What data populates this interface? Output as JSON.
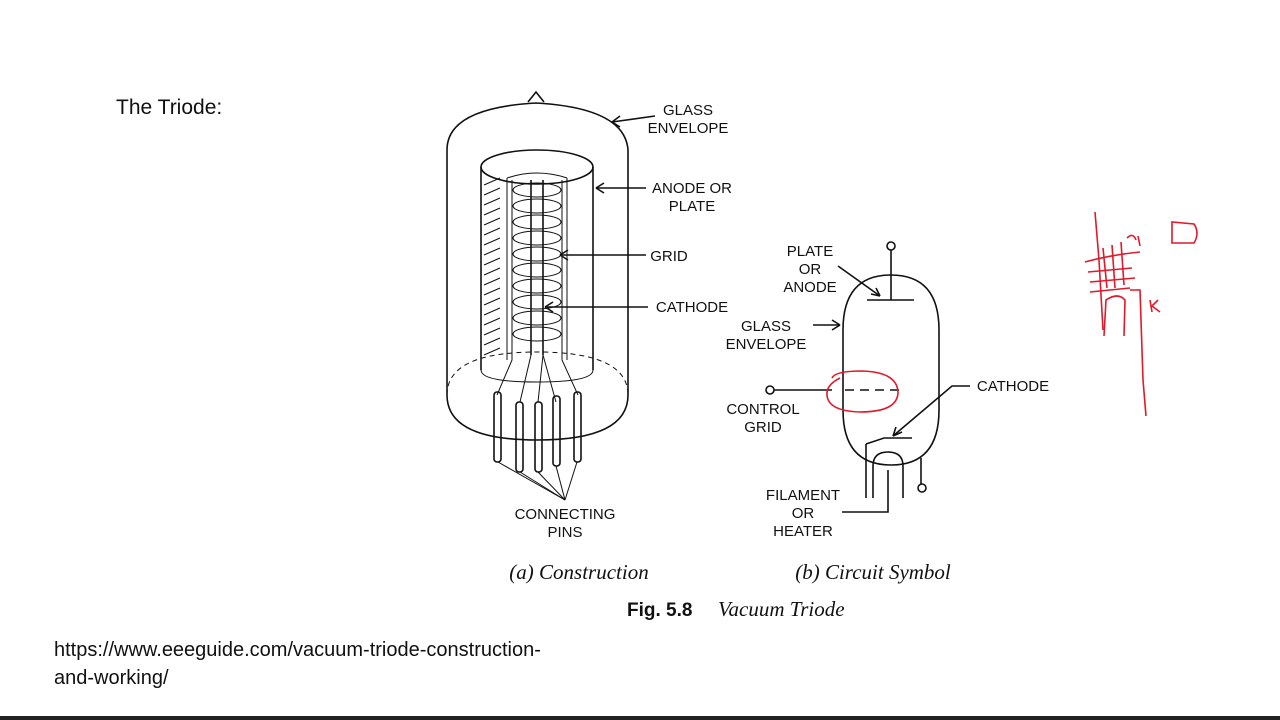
{
  "slide": {
    "title": "The Triode:",
    "source_line1": "https://www.eeeguide.com/vacuum-triode-construction-",
    "source_line2": "and-working/"
  },
  "figure": {
    "construction_labels": {
      "glass_envelope_1": "GLASS",
      "glass_envelope_2": "ENVELOPE",
      "anode_1": "ANODE OR",
      "anode_2": "PLATE",
      "grid": "GRID",
      "cathode": "CATHODE",
      "pins_1": "CONNECTING",
      "pins_2": "PINS"
    },
    "symbol_labels": {
      "plate_1": "PLATE",
      "plate_2": "OR",
      "plate_3": "ANODE",
      "glass_1": "GLASS",
      "glass_2": "ENVELOPE",
      "control_1": "CONTROL",
      "control_2": "GRID",
      "cathode": "CATHODE",
      "filament_1": "FILAMENT",
      "filament_2": "OR",
      "filament_3": "HEATER"
    },
    "caption_a": "(a) Construction",
    "caption_b": "(b) Circuit Symbol",
    "fig_number": "Fig. 5.8",
    "fig_title": "Vacuum Triode"
  },
  "annotation_colors": {
    "highlight": "#e0192b"
  }
}
